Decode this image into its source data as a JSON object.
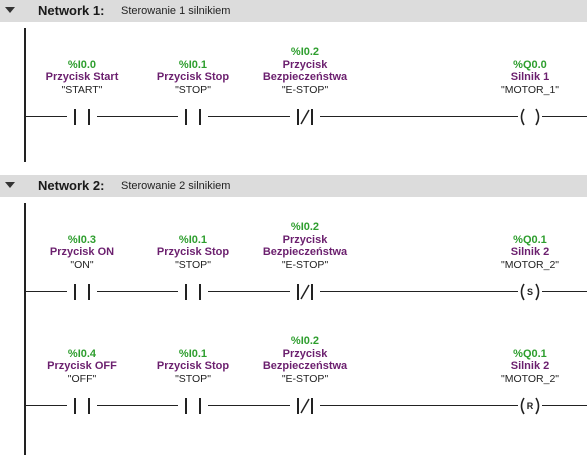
{
  "networks": [
    {
      "title": "Network 1:",
      "comment": "Sterowanie 1 silnikiem",
      "rungs": [
        {
          "contacts": [
            {
              "address": "%I0.0",
              "name_lines": [
                "Przycisk Start"
              ],
              "symbol": "\"START\"",
              "type": "NO"
            },
            {
              "address": "%I0.1",
              "name_lines": [
                "Przycisk Stop"
              ],
              "symbol": "\"STOP\"",
              "type": "NO"
            },
            {
              "address": "%I0.2",
              "name_lines": [
                "Przycisk",
                "Bezpieczeństwa"
              ],
              "symbol": "\"E-STOP\"",
              "type": "NC"
            }
          ],
          "coil": {
            "address": "%Q0.0",
            "name_lines": [
              "Silnik 1"
            ],
            "symbol": "\"MOTOR_1\"",
            "type": "",
            "letter": ""
          }
        }
      ]
    },
    {
      "title": "Network 2:",
      "comment": "Sterowanie 2 silnikiem",
      "rungs": [
        {
          "contacts": [
            {
              "address": "%I0.3",
              "name_lines": [
                "Przycisk ON"
              ],
              "symbol": "\"ON\"",
              "type": "NO"
            },
            {
              "address": "%I0.1",
              "name_lines": [
                "Przycisk Stop"
              ],
              "symbol": "\"STOP\"",
              "type": "NO"
            },
            {
              "address": "%I0.2",
              "name_lines": [
                "Przycisk",
                "Bezpieczeństwa"
              ],
              "symbol": "\"E-STOP\"",
              "type": "NC"
            }
          ],
          "coil": {
            "address": "%Q0.1",
            "name_lines": [
              "Silnik 2"
            ],
            "symbol": "\"MOTOR_2\"",
            "type": "S",
            "letter": "S"
          }
        },
        {
          "contacts": [
            {
              "address": "%I0.4",
              "name_lines": [
                "Przycisk OFF"
              ],
              "symbol": "\"OFF\"",
              "type": "NO"
            },
            {
              "address": "%I0.1",
              "name_lines": [
                "Przycisk Stop"
              ],
              "symbol": "\"STOP\"",
              "type": "NO"
            },
            {
              "address": "%I0.2",
              "name_lines": [
                "Przycisk",
                "Bezpieczeństwa"
              ],
              "symbol": "\"E-STOP\"",
              "type": "NC"
            }
          ],
          "coil": {
            "address": "%Q0.1",
            "name_lines": [
              "Silnik 2"
            ],
            "symbol": "\"MOTOR_2\"",
            "type": "R",
            "letter": "R"
          }
        }
      ]
    }
  ]
}
